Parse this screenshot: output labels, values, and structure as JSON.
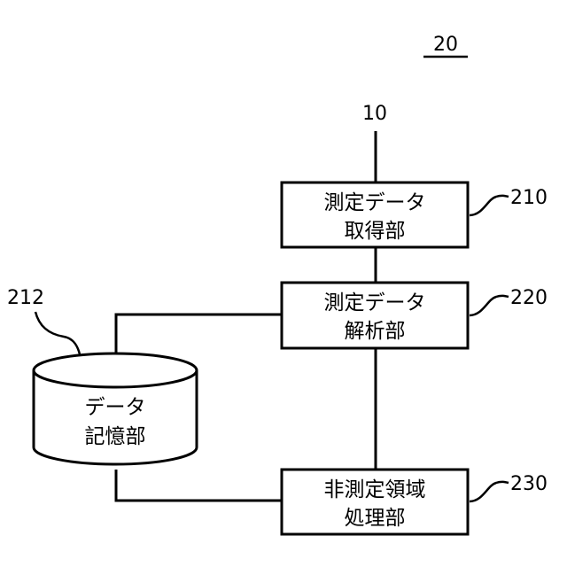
{
  "figure_number": "20",
  "input_label": "10",
  "blocks": [
    {
      "id": "210",
      "line1": "測定データ",
      "line2": "取得部"
    },
    {
      "id": "220",
      "line1": "測定データ",
      "line2": "解析部"
    },
    {
      "id": "230",
      "line1": "非測定領域",
      "line2": "処理部"
    }
  ],
  "storage": {
    "id": "212",
    "line1": "データ",
    "line2": "記憶部"
  }
}
